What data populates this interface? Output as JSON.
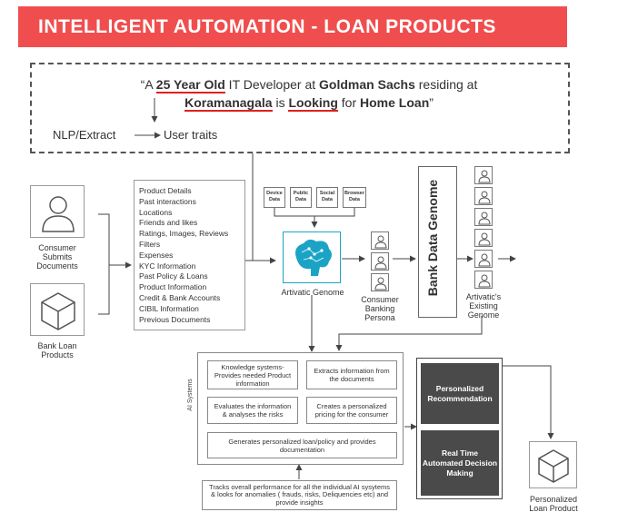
{
  "title": "INTELLIGENT AUTOMATION - LOAN PRODUCTS",
  "quote": {
    "open": "“A ",
    "age": "25 Year Old",
    "role": " IT Developer at ",
    "company": "Goldman Sachs",
    "residing": " residing at",
    "location": "Koramanagala",
    "is": " is ",
    "looking": "Looking",
    "for": " for ",
    "product": "Home Loan",
    "close": "”"
  },
  "nlp": {
    "label": "NLP/Extract",
    "result": "User traits"
  },
  "inputs": {
    "consumer": "Consumer Submits Documents",
    "bank": "Bank Loan Products"
  },
  "data_list": [
    "Product Details",
    "Past interactions",
    "Locations",
    "Friends and likes",
    "Ratings, Images, Reviews",
    "Filters",
    "Expenses",
    "KYC Information",
    "Past Policy & Loans",
    "Product Information",
    "Credit & Bank Accounts",
    "CIBIL Information",
    "Previous Documents"
  ],
  "data_sources": [
    {
      "line1": "Device",
      "line2": "Data"
    },
    {
      "line1": "Public",
      "line2": "Data"
    },
    {
      "line1": "Social",
      "line2": "Data"
    },
    {
      "line1": "Browser",
      "line2": "Data"
    }
  ],
  "genome_label": "Artivatic Genome",
  "persona_label": "Consumer Banking Persona",
  "bank_genome": "Bank Data Genome",
  "existing_genome": "Artivatic's Existing Genome",
  "ai_systems": {
    "label": "AI Systems",
    "knowledge": "Knowledge systems- Provides needed Product information",
    "extracts": "Extracts information from the documents",
    "evaluates": "Evaluates the information & analyses the risks",
    "pricing": "Creates a personalized pricing for the consumer",
    "generates": "Generates personalized loan/policy and provides documentation",
    "tracks": "Tracks overall performance for all the individual AI sysytems & looks for anomalies ( frauds, risks, Deliquencies etc) and provide insights"
  },
  "outputs": {
    "recommendation": "Personalized Recommendation",
    "decision": "Real Time Automated Decision Making",
    "product": "Personalized Loan Product"
  },
  "colors": {
    "banner": "#f04e4e",
    "accent_underline": "#e02020",
    "brain": "#1ba3c6",
    "dark": "#4a4a4a"
  }
}
